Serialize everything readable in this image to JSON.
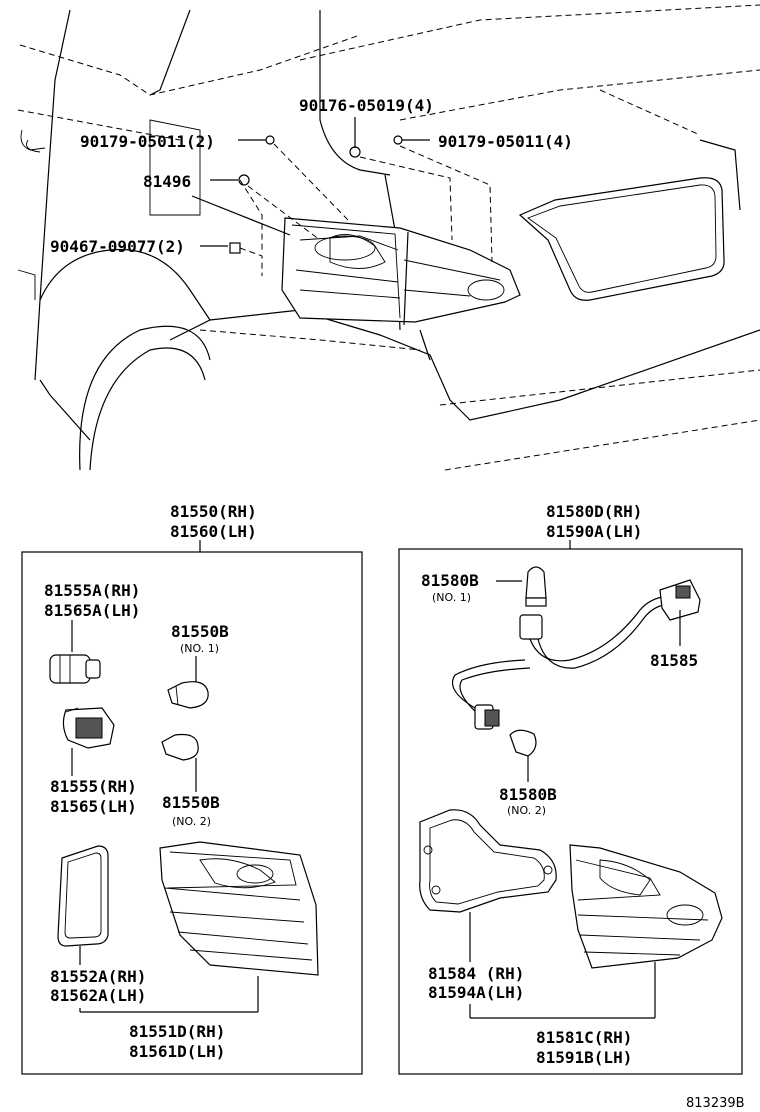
{
  "top": {
    "callouts": {
      "c90176": "90176-05019(4)",
      "c90179_left": "90179-05011(2)",
      "c90179_right": "90179-05011(4)",
      "c81496": "81496",
      "c90467": "90467-09077(2)"
    }
  },
  "left_box": {
    "header_rh": "81550(RH)",
    "header_lh": "81560(LH)",
    "p81555A_rh": "81555A(RH)",
    "p81565A_lh": "81565A(LH)",
    "p81550B_no1": "81550B",
    "p81550B_no1_sub": "(NO. 1)",
    "p81555_rh": "81555(RH)",
    "p81565_lh": "81565(LH)",
    "p81550B_no2": "81550B",
    "p81550B_no2_sub": "(NO. 2)",
    "p81552A_rh": "81552A(RH)",
    "p81562A_lh": "81562A(LH)",
    "p81551D_rh": "81551D(RH)",
    "p81561D_lh": "81561D(LH)"
  },
  "right_box": {
    "header_rh": "81580D(RH)",
    "header_lh": "81590A(LH)",
    "p81580B_no1": "81580B",
    "p81580B_no1_sub": "(NO. 1)",
    "p81585": "81585",
    "p81580B_no2": "81580B",
    "p81580B_no2_sub": "(NO. 2)",
    "p81584_rh": "81584 (RH)",
    "p81594A_lh": "81594A(LH)",
    "p81581C_rh": "81581C(RH)",
    "p81591B_lh": "81591B(LH)"
  },
  "footer": {
    "drawing_id": "813239B"
  }
}
